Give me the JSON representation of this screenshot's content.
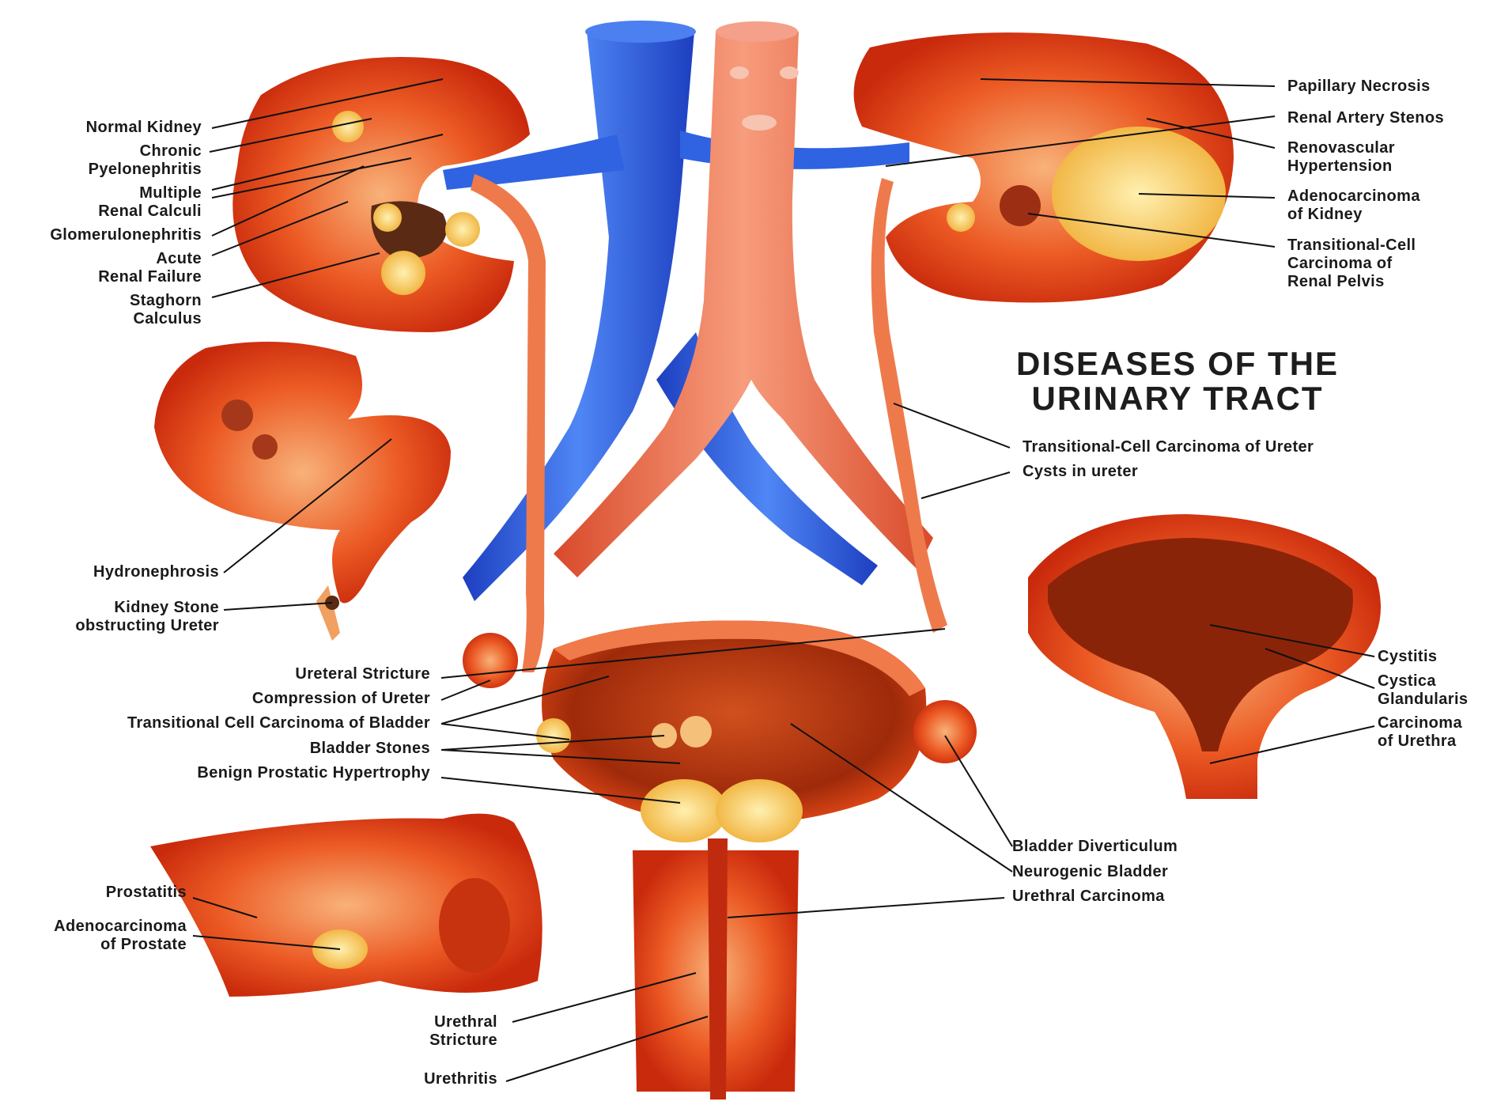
{
  "title": {
    "line1": "DISEASES OF THE",
    "line2": "URINARY TRACT"
  },
  "colors": {
    "vein": "#2b5fe0",
    "artery": "#e8603c",
    "tissue": "#e23a12",
    "tissue_light": "#f6a06a",
    "fat": "#f5c64a"
  },
  "labels": {
    "normal_kidney": "Normal Kidney",
    "chronic_pyelonephritis_1": "Chronic",
    "chronic_pyelonephritis_2": "Pyelonephritis",
    "multiple_renal_calculi_1": "Multiple",
    "multiple_renal_calculi_2": "Renal Calculi",
    "glomerulonephritis": "Glomerulonephritis",
    "acute_renal_failure_1": "Acute",
    "acute_renal_failure_2": "Renal Failure",
    "staghorn_calculus_1": "Staghorn",
    "staghorn_calculus_2": "Calculus",
    "hydronephrosis": "Hydronephrosis",
    "kidney_stone_1": "Kidney Stone",
    "kidney_stone_2": "obstructing Ureter",
    "ureteral_stricture": "Ureteral Stricture",
    "compression_of_ureter": "Compression of Ureter",
    "tcc_bladder": "Transitional Cell Carcinoma of Bladder",
    "bladder_stones": "Bladder Stones",
    "bph": "Benign Prostatic Hypertrophy",
    "prostatitis": "Prostatitis",
    "adenocarcinoma_prostate_1": "Adenocarcinoma",
    "adenocarcinoma_prostate_2": "of Prostate",
    "urethral_stricture_1": "Urethral",
    "urethral_stricture_2": "Stricture",
    "urethritis": "Urethritis",
    "papillary_necrosis": "Papillary Necrosis",
    "renal_artery_stenosis": "Renal Artery Stenos",
    "renovascular_1": "Renovascular",
    "renovascular_2": "Hypertension",
    "adenocarcinoma_kidney_1": "Adenocarcinoma",
    "adenocarcinoma_kidney_2": "of Kidney",
    "tcc_renal_pelvis_1": "Transitional-Cell",
    "tcc_renal_pelvis_2": "Carcinoma of",
    "tcc_renal_pelvis_3": "Renal Pelvis",
    "tcc_ureter": "Transitional-Cell Carcinoma of Ureter",
    "cysts_in_ureter": "Cysts in ureter",
    "cystitis": "Cystitis",
    "cystica_1": "Cystica",
    "cystica_2": "Glandularis",
    "carcinoma_urethra_1": "Carcinoma",
    "carcinoma_urethra_2": "of Urethra",
    "bladder_diverticulum": "Bladder Diverticulum",
    "neurogenic_bladder": "Neurogenic Bladder",
    "urethral_carcinoma": "Urethral Carcinoma"
  }
}
